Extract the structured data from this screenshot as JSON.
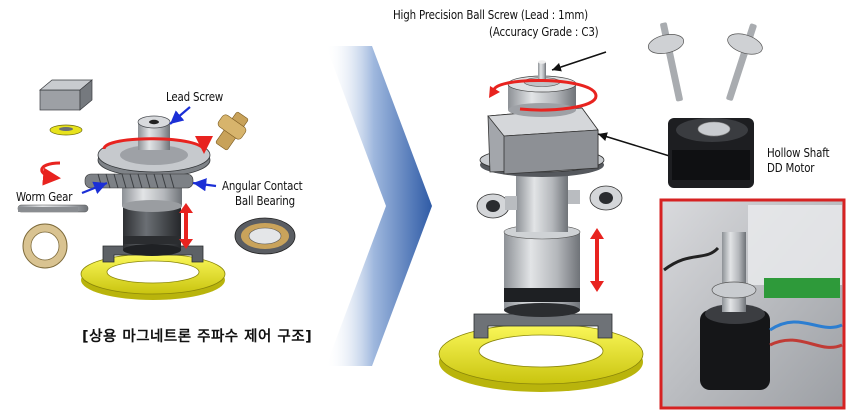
{
  "labels": {
    "lead_screw": "Lead Screw",
    "worm_gear": "Worm Gear",
    "angular_contact_line1": "Angular Contact",
    "angular_contact_line2": "Ball Bearing",
    "ball_screw_line1": "High Precision Ball Screw (Lead : 1mm)",
    "ball_screw_line2": "(Accuracy Grade : C3)",
    "hollow_shaft_line1": "Hollow Shaft",
    "hollow_shaft_line2": "DD Motor"
  },
  "caption": "[상용 마그네트론 주파수 제어 구조]",
  "colors": {
    "yellow_plate": "#f3f02a",
    "steel": "#b9bcc0",
    "dark_steel": "#4a4d52",
    "arrow_red": "#e8231f",
    "arrow_blue": "#1b2fd6",
    "chevron_blue": "#3d6db5",
    "photo_border": "#d62222"
  }
}
